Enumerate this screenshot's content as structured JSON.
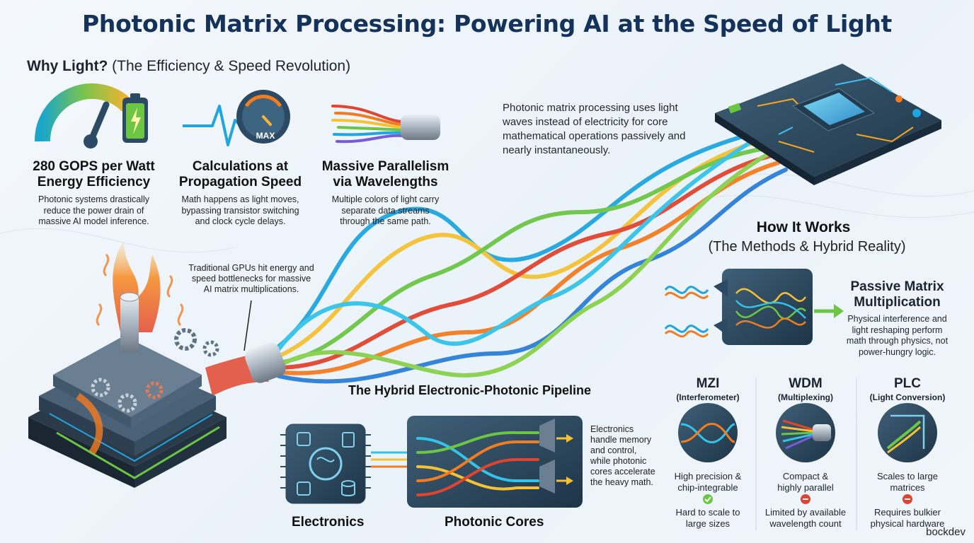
{
  "title": "Photonic Matrix Processing: Powering AI at the Speed of Light",
  "why": {
    "bold": "Why Light?",
    "rest": " (The Efficiency & Speed Revolution)"
  },
  "features": [
    {
      "title_line1": "280 GOPS per Watt",
      "title_line2": "Energy Efficiency",
      "desc": [
        "Photonic systems drastically",
        "reduce the power drain of",
        "massive AI model inference."
      ]
    },
    {
      "title_line1": "Calculations at",
      "title_line2": "Propagation Speed",
      "desc": [
        "Math happens as light moves,",
        "bypassing transistor switching",
        "and clock cycle delays."
      ]
    },
    {
      "title_line1": "Massive Parallelism",
      "title_line2": "via Wavelengths",
      "desc": [
        "Multiple colors of light carry",
        "separate data streams",
        "through the same path."
      ]
    }
  ],
  "gauge_label": "MAX",
  "intro": "Photonic matrix processing uses light waves instead of electricity for core mathematical operations passively and nearly instantaneously.",
  "gpu_note": [
    "Traditional GPUs hit energy and",
    "speed bottlenecks for massive",
    "AI matrix multiplications."
  ],
  "how": {
    "title": "How It Works",
    "subtitle": "(The Methods & Hybrid Reality)"
  },
  "passive": {
    "title_line1": "Passive Matrix",
    "title_line2": "Multiplication",
    "desc": [
      "Physical interference and",
      "light reshaping perform",
      "math through physics, not",
      "power-hungry logic."
    ]
  },
  "pipeline": {
    "title": "The Hybrid Electronic-Photonic Pipeline",
    "electronics": "Electronics",
    "photonic": "Photonic Cores",
    "note": [
      "Electronics",
      "handle memory",
      "and control,",
      "while photonic",
      "cores accelerate",
      "the heavy math."
    ]
  },
  "methods": [
    {
      "name": "MZI",
      "sub": "(Interferometer)",
      "pro": [
        "High precision &",
        "chip-integrable"
      ],
      "con": [
        "Hard to scale to",
        "large sizes"
      ]
    },
    {
      "name": "WDM",
      "sub": "(Multiplexing)",
      "pro": [
        "Compact &",
        "highly parallel"
      ],
      "con": [
        "Limited by available",
        "wavelength count"
      ]
    },
    {
      "name": "PLC",
      "sub": "(Light Conversion)",
      "pro": [
        "Scales to large",
        "matrices"
      ],
      "con": [
        "Requires bulkier",
        "physical hardware"
      ]
    }
  ],
  "brand": "bockdev",
  "colors": {
    "title": "#14325a",
    "cyan": "#1fa6e0",
    "green": "#6cc644",
    "orange": "#f47c20",
    "red": "#e2452f",
    "chip": "#2c4a63"
  }
}
